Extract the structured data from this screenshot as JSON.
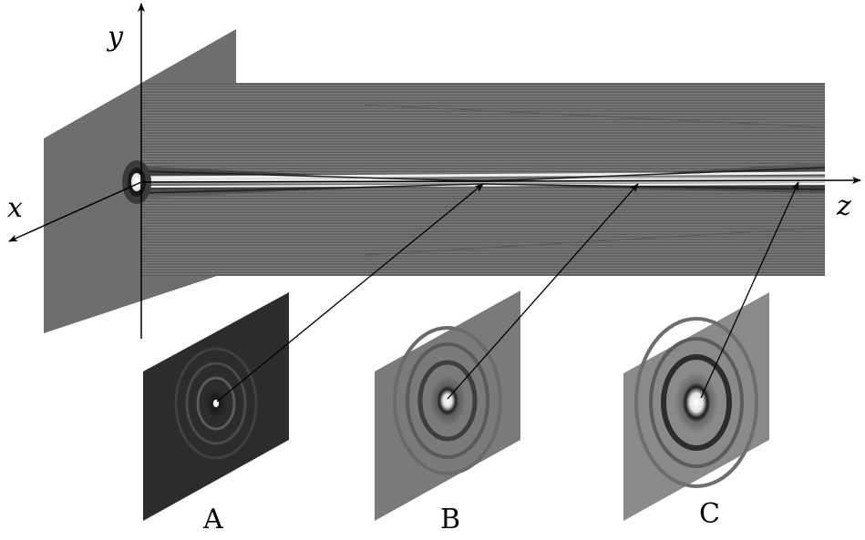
{
  "axes": {
    "x_label": "x",
    "y_label": "y",
    "z_label": "z"
  },
  "panels": [
    {
      "label": "A"
    },
    {
      "label": "B"
    },
    {
      "label": "C"
    }
  ],
  "colors": {
    "plane_gray": "#6e6e6e",
    "beam_dark": "#2a2a2a",
    "beam_light": "#e8e8e8",
    "panel_a_bg": "#2c2c2c",
    "panel_b_bg": "#7a7a7a",
    "panel_c_bg": "#8a8a8a",
    "line": "#000000"
  }
}
